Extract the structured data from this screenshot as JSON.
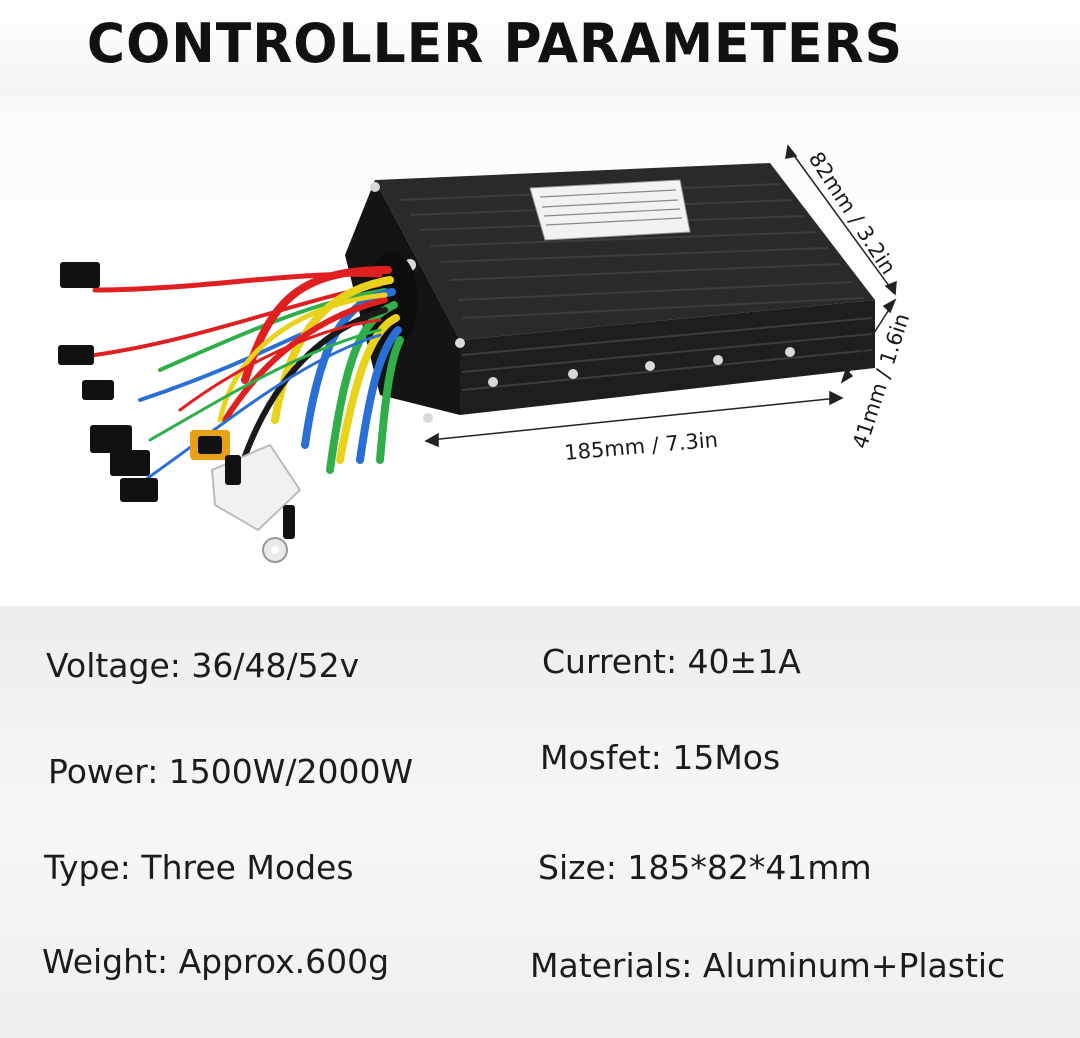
{
  "header": {
    "title": "CONTROLLER PARAMETERS"
  },
  "dimensions": {
    "height_label": "82mm / 3.2in",
    "depth_label": "41mm / 1.6in",
    "length_label": "185mm / 7.3in"
  },
  "specs": {
    "voltage": "Voltage: 36/48/52v",
    "current": "Current: 40±1A",
    "power": "Power: 1500W/2000W",
    "mosfet": "Mosfet: 15Mos",
    "type": "Type: Three Modes",
    "size": "Size: 185*82*41mm",
    "weight": "Weight: Approx.600g",
    "materials": "Materials: Aluminum+Plastic"
  },
  "colors": {
    "housing": "#1b1b1b",
    "wire_red": "#e02020",
    "wire_yellow": "#e8d21c",
    "wire_blue": "#2a6fd6",
    "wire_green": "#2fae4a",
    "connector_orange": "#e8a018"
  }
}
